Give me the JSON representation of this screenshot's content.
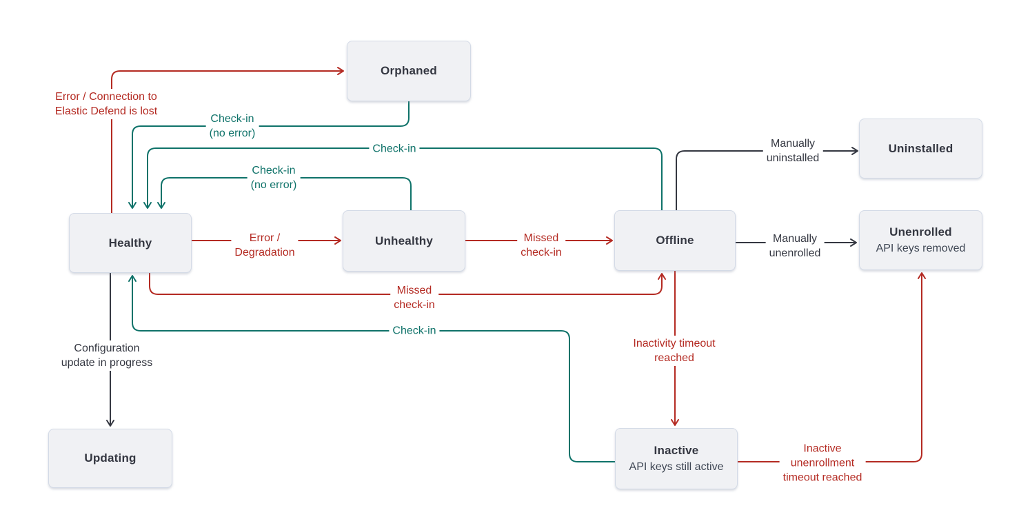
{
  "diagram_type": "state-diagram",
  "colors": {
    "error_red": "#b42a22",
    "checkin_teal": "#0e7269",
    "neutral_dark": "#343741",
    "node_background": "#f0f1f4",
    "node_border": "#d3dae6"
  },
  "nodes": {
    "orphaned": {
      "title": "Orphaned"
    },
    "healthy": {
      "title": "Healthy"
    },
    "unhealthy": {
      "title": "Unhealthy"
    },
    "offline": {
      "title": "Offline"
    },
    "uninstalled": {
      "title": "Uninstalled"
    },
    "unenrolled": {
      "title": "Unenrolled",
      "subtitle": "API keys removed"
    },
    "updating": {
      "title": "Updating"
    },
    "inactive": {
      "title": "Inactive",
      "subtitle": "API keys still active"
    }
  },
  "edge_labels": {
    "error_connection": {
      "line1": "Error / Connection to",
      "line2": "Elastic Defend is lost"
    },
    "checkin_no_error_orphaned": {
      "line1": "Check-in",
      "line2": "(no error)"
    },
    "checkin_offline": {
      "line1": "Check-in"
    },
    "checkin_no_error_unhealthy": {
      "line1": "Check-in",
      "line2": "(no error)"
    },
    "error_degradation": {
      "line1": "Error /",
      "line2": "Degradation"
    },
    "missed_checkin_unhealthy": {
      "line1": "Missed",
      "line2": "check-in"
    },
    "missed_checkin_healthy": {
      "line1": "Missed",
      "line2": "check-in"
    },
    "checkin_inactive": {
      "line1": "Check-in"
    },
    "manually_uninstalled": {
      "line1": "Manually",
      "line2": "uninstalled"
    },
    "manually_unenrolled": {
      "line1": "Manually",
      "line2": "unenrolled"
    },
    "configuration_update": {
      "line1": "Configuration",
      "line2": "update in progress"
    },
    "inactivity_timeout": {
      "line1": "Inactivity timeout",
      "line2": "reached"
    },
    "inactive_unenrollment": {
      "line1": "Inactive",
      "line2": "unenrollment",
      "line3": "timeout reached"
    }
  }
}
